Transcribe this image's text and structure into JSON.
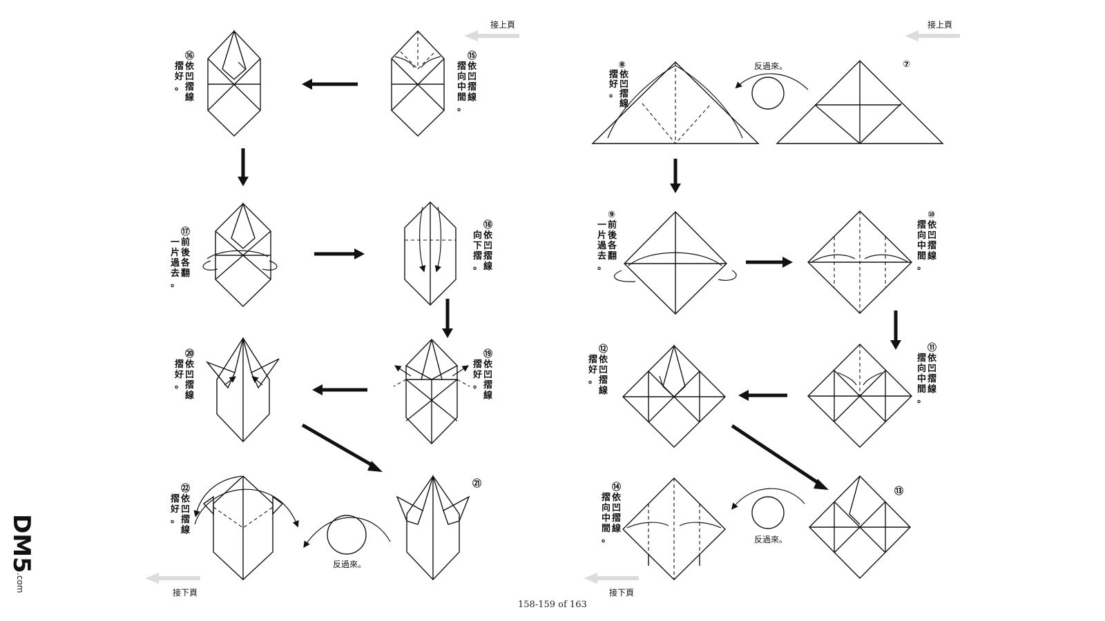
{
  "nav": {
    "prev_page_label": "接上頁",
    "next_page_label": "接下頁"
  },
  "pager": {
    "text": "158-159 of 163"
  },
  "watermark": {
    "text": "DM5",
    "suffix": ".com"
  },
  "steps": {
    "s7": {
      "num": "⑦"
    },
    "s8": {
      "num": "⑧",
      "text": "依凹摺線摺好。"
    },
    "s9": {
      "num": "⑨",
      "text": "前後各翻一片過去。"
    },
    "s10": {
      "num": "⑩",
      "text": "依凹摺線摺向中間。"
    },
    "s11": {
      "num": "⑪",
      "text": "依凹摺線摺向中間。"
    },
    "s12": {
      "num": "⑫",
      "text": "依凹摺線摺好。"
    },
    "s13": {
      "num": "⑬"
    },
    "s14": {
      "num": "⑭",
      "text": "依凹摺線摺向中間。"
    },
    "s15": {
      "num": "⑮",
      "text": "依凹摺線摺向中間。"
    },
    "s16": {
      "num": "⑯",
      "text": "依凹摺線摺好。"
    },
    "s17": {
      "num": "⑰",
      "text": "前後各翻一片過去。"
    },
    "s18": {
      "num": "⑱",
      "text": "依凹摺線向下摺。"
    },
    "s19": {
      "num": "⑲",
      "text": "依凹摺線摺好。"
    },
    "s20": {
      "num": "⑳",
      "text": "依凹摺線摺好。"
    },
    "s21": {
      "num": "㉑"
    },
    "s22": {
      "num": "㉒",
      "text": "依凹摺線摺好。"
    }
  },
  "flip_label": "反過來。"
}
